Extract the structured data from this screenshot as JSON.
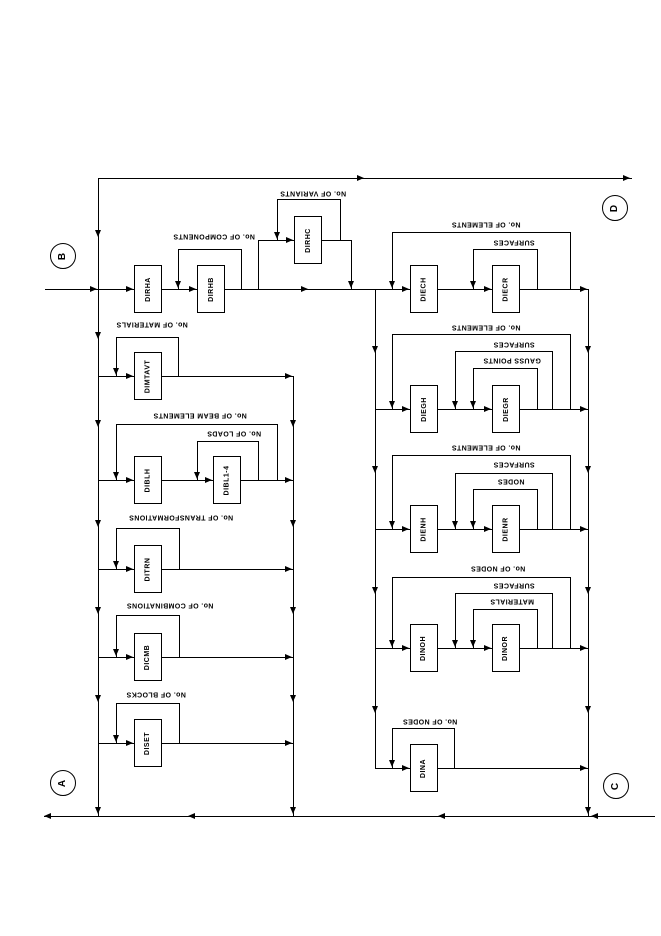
{
  "diagram": {
    "connectors": {
      "a": "A",
      "b": "B",
      "c": "C",
      "d": "D"
    },
    "boxes": {
      "dirha": "DIRHA",
      "dirhb": "DIRHB",
      "dirhc": "DIRHC",
      "dimtavt": "DIMTAVT",
      "diblh": "DIBLH",
      "dibl14": "DIBL1-4",
      "ditrn": "DITRN",
      "dicmb": "DICMB",
      "diset": "DISET",
      "diech": "DIECH",
      "diecr": "DIECR",
      "diegh": "DIEGH",
      "diegr": "DIEGR",
      "dienh": "DIENH",
      "dienr": "DIENR",
      "dinoh": "DINOH",
      "dinor": "DINOR",
      "dina": "DINA"
    },
    "labels": {
      "components": "No. OF COMPONENTS",
      "variants": "No. OF VARIANTS",
      "materials": "No. OF MATERIALS",
      "beam_elements": "No. OF BEAM ELEMENTS",
      "loads": "No. OF LOADS",
      "transformations": "No. OF TRANSFORMATIONS",
      "combinations": "No. OF COMBINATIONS",
      "blocks": "No. OF BLOCKS",
      "elements": "No. OF ELEMENTS",
      "surfaces": "SURFACES",
      "gauss_points": "GAUSS POINTS",
      "nodes": "NODES",
      "no_of_nodes": "No. OF NODES",
      "materials_inner": "MATERIALS"
    }
  }
}
